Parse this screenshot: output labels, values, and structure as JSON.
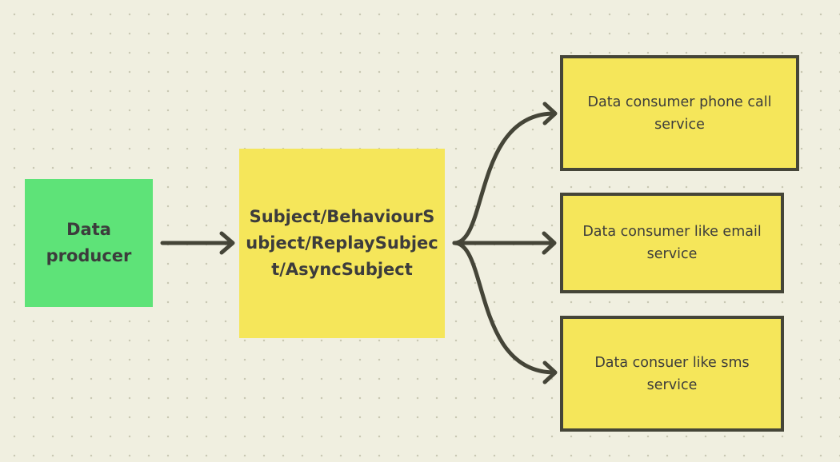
{
  "nodes": {
    "producer": {
      "label": "Data producer"
    },
    "subject": {
      "label": "Subject/BehaviourSubject/ReplaySubject/AsyncSubject"
    },
    "consumers": [
      {
        "label": "Data consumer phone call service"
      },
      {
        "label": "Data consumer like email service"
      },
      {
        "label": "Data consuer like sms service"
      }
    ]
  },
  "colors": {
    "canvas": "#f0efe0",
    "grid_dot": "#c9c8b3",
    "producer_fill": "#5ee378",
    "subject_fill": "#f5e65a",
    "consumer_fill": "#f5e65a",
    "stroke": "#454538",
    "text": "#3c3c3c"
  },
  "edges": [
    {
      "from": "producer",
      "to": "subject"
    },
    {
      "from": "subject",
      "to": "consumer-phone"
    },
    {
      "from": "subject",
      "to": "consumer-email"
    },
    {
      "from": "subject",
      "to": "consumer-sms"
    }
  ]
}
